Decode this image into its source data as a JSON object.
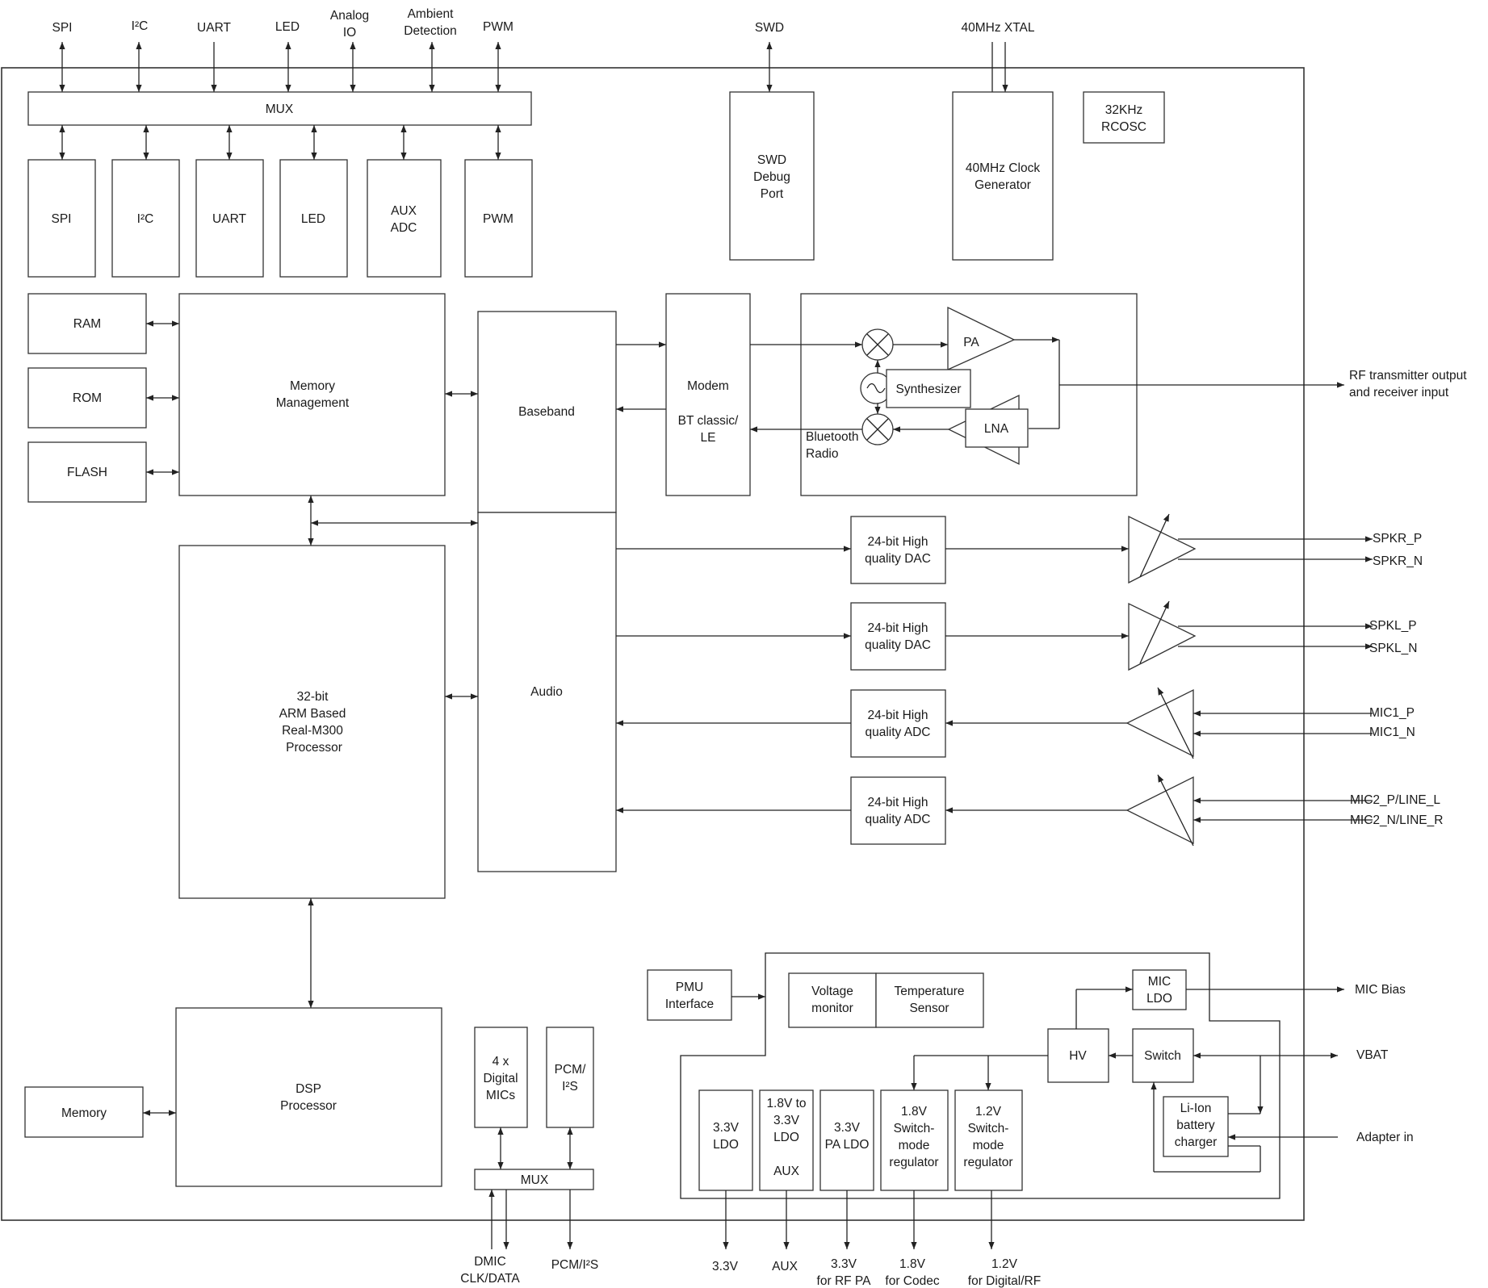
{
  "ext_top": {
    "spi": "SPI",
    "i2c": "I²C",
    "uart": "UART",
    "led": "LED",
    "analog_io": [
      "Analog",
      "IO"
    ],
    "ambient": [
      "Ambient",
      "Detection"
    ],
    "pwm": "PWM",
    "swd": "SWD",
    "xtal": "40MHz XTAL"
  },
  "mux_top": "MUX",
  "periph": {
    "spi": "SPI",
    "i2c": "I²C",
    "uart": "UART",
    "led": "LED",
    "aux_adc": [
      "AUX",
      "ADC"
    ],
    "pwm": "PWM"
  },
  "swd_port": [
    "SWD",
    "Debug",
    "Port"
  ],
  "clock_gen": [
    "40MHz Clock",
    "Generator"
  ],
  "rcosc": [
    "32KHz",
    "RCOSC"
  ],
  "ram": "RAM",
  "rom": "ROM",
  "flash": "FLASH",
  "mem_mgmt": [
    "Memory",
    "Management"
  ],
  "baseband": "Baseband",
  "modem": [
    "Modem",
    "",
    "BT classic/",
    "LE"
  ],
  "radio": {
    "pa": "PA",
    "synth": "Synthesizer",
    "lna": "LNA",
    "label": [
      "Bluetooth",
      "Radio"
    ]
  },
  "rf_out": [
    "RF transmitter output",
    "and receiver input"
  ],
  "cpu": [
    "32-bit",
    "ARM Based",
    "Real-M300",
    "Processor"
  ],
  "audio": "Audio",
  "dac1": [
    "24-bit High",
    "quality DAC"
  ],
  "dac2": [
    "24-bit High",
    "quality DAC"
  ],
  "adc1": [
    "24-bit High",
    "quality ADC"
  ],
  "adc2": [
    "24-bit High",
    "quality ADC"
  ],
  "pins": {
    "spkr_p": "SPKR_P",
    "spkr_n": "SPKR_N",
    "spkl_p": "SPKL_P",
    "spkl_n": "SPKL_N",
    "mic1_p": "MIC1_P",
    "mic1_n": "MIC1_N",
    "mic2_p": "MIC2_P/LINE_L",
    "mic2_n": "MIC2_N/LINE_R",
    "mic_bias": "MIC Bias",
    "vbat": "VBAT",
    "adapter": "Adapter in"
  },
  "dsp": [
    "DSP",
    "Processor"
  ],
  "memory": "Memory",
  "dmics": [
    "4 x",
    "Digital",
    "MICs"
  ],
  "pcm": [
    "PCM/",
    "I²S"
  ],
  "mux_bottom": "MUX",
  "pmu_if": [
    "PMU",
    "Interface"
  ],
  "vmon": [
    "Voltage",
    "monitor"
  ],
  "temp": [
    "Temperature",
    "Sensor"
  ],
  "mic_ldo": [
    "MIC",
    "LDO"
  ],
  "hv": "HV",
  "switch": "Switch",
  "charger": [
    "Li-Ion",
    "battery",
    "charger"
  ],
  "ldo33": [
    "3.3V",
    "LDO"
  ],
  "ldo18_33": [
    "1.8V to",
    "3.3V",
    "LDO",
    "",
    "AUX"
  ],
  "pa_ldo": [
    "3.3V",
    "PA LDO"
  ],
  "reg18": [
    "1.8V",
    "Switch-",
    "mode",
    "regulator"
  ],
  "reg12": [
    "1.2V",
    "Switch-",
    "mode",
    "regulator"
  ],
  "ext_bottom": {
    "dmic": [
      "DMIC",
      "CLK/DATA"
    ],
    "pcm": "PCM/I²S",
    "v33": "3.3V",
    "aux": "AUX",
    "rfpa": [
      "3.3V",
      "for RF PA"
    ],
    "codec": [
      "1.8V",
      "for Codec"
    ],
    "digrf": [
      "1.2V",
      "for Digital/RF"
    ]
  }
}
